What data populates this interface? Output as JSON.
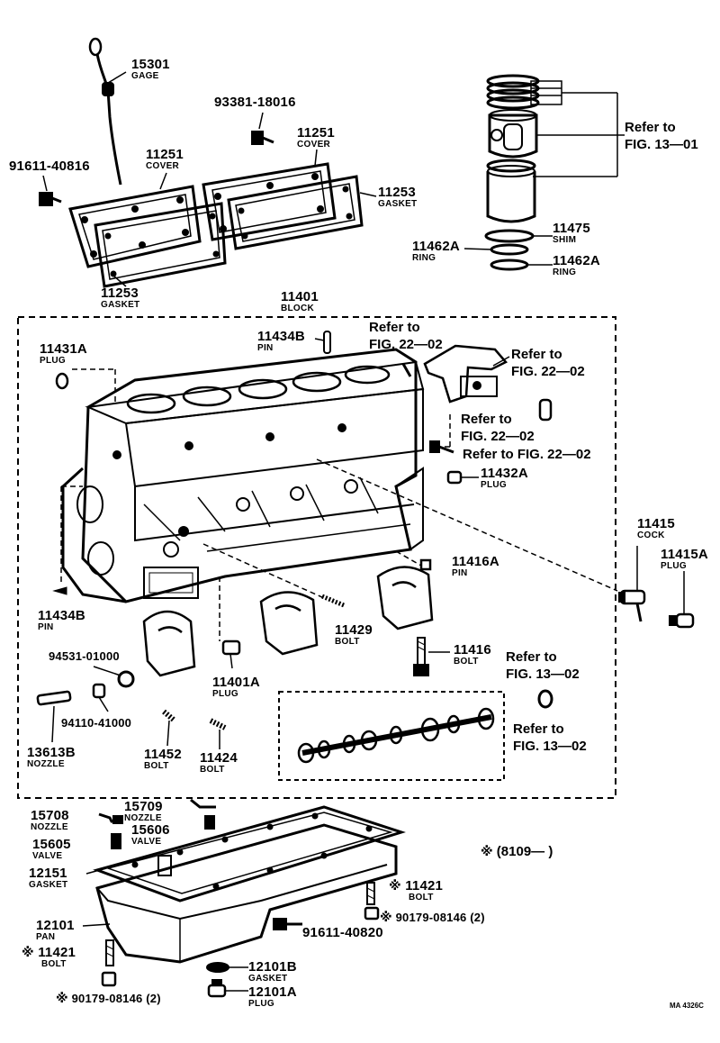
{
  "labels": {
    "l15301": {
      "num": "15301",
      "desc": "GAGE"
    },
    "l93381": {
      "num": "93381-18016"
    },
    "l11251a": {
      "num": "11251",
      "desc": "COVER"
    },
    "l11251b": {
      "num": "11251",
      "desc": "COVER"
    },
    "l91611a": {
      "num": "91611-40816"
    },
    "l11253a": {
      "num": "11253",
      "desc": "GASKET"
    },
    "l11253b": {
      "num": "11253",
      "desc": "GASKET"
    },
    "l11401": {
      "num": "11401",
      "desc": "BLOCK"
    },
    "l11475": {
      "num": "11475",
      "desc": "SHIM"
    },
    "l11462a": {
      "num": "11462A",
      "desc": "RING"
    },
    "l11462b": {
      "num": "11462A",
      "desc": "RING"
    },
    "l11434b1": {
      "num": "11434B",
      "desc": "PIN"
    },
    "l11431a": {
      "num": "11431A",
      "desc": "PLUG"
    },
    "l11432a": {
      "num": "11432A",
      "desc": "PLUG"
    },
    "l11415": {
      "num": "11415",
      "desc": "COCK"
    },
    "l11415a": {
      "num": "11415A",
      "desc": "PLUG"
    },
    "l11416a": {
      "num": "11416A",
      "desc": "PIN"
    },
    "l11434b2": {
      "num": "11434B",
      "desc": "PIN"
    },
    "l11429": {
      "num": "11429",
      "desc": "BOLT"
    },
    "l11416": {
      "num": "11416",
      "desc": "BOLT"
    },
    "l94531": {
      "num": "94531-01000"
    },
    "l11401a": {
      "num": "11401A",
      "desc": "PLUG"
    },
    "l94110": {
      "num": "94110-41000"
    },
    "l13613b": {
      "num": "13613B",
      "desc": "NOZZLE"
    },
    "l11452": {
      "num": "11452",
      "desc": "BOLT"
    },
    "l11424": {
      "num": "11424",
      "desc": "BOLT"
    },
    "l15708": {
      "num": "15708",
      "desc": "NOZZLE"
    },
    "l15709": {
      "num": "15709",
      "desc": "NOZZLE"
    },
    "l15606": {
      "num": "15606",
      "desc": "VALVE"
    },
    "l15605": {
      "num": "15605",
      "desc": "VALVE"
    },
    "l12151": {
      "num": "12151",
      "desc": "GASKET"
    },
    "l11421a": {
      "num": "11421",
      "desc": "BOLT"
    },
    "l90179a": {
      "num": "90179-08146 (2)"
    },
    "l91611b": {
      "num": "91611-40820"
    },
    "l12101": {
      "num": "12101",
      "desc": "PAN"
    },
    "l11421b": {
      "num": "11421",
      "desc": "BOLT"
    },
    "l12101b": {
      "num": "12101B",
      "desc": "GASKET"
    },
    "l12101a": {
      "num": "12101A",
      "desc": "PLUG"
    },
    "l90179b": {
      "num": "90179-08146 (2)"
    }
  },
  "refs": {
    "r1301": {
      "line1": "Refer to",
      "line2": "FIG. 13—01"
    },
    "r2202a": {
      "line1": "Refer to",
      "line2": "FIG. 22—02"
    },
    "r2202b": {
      "line1": "Refer to",
      "line2": "FIG. 22—02"
    },
    "r2202c": {
      "line1": "Refer to",
      "line2": "FIG. 22—02"
    },
    "r2202d": {
      "line1": "Refer to FIG. 22—02"
    },
    "r1302a": {
      "line1": "Refer to",
      "line2": "FIG. 13—02"
    },
    "r1302b": {
      "line1": "Refer to",
      "line2": "FIG. 13—02"
    }
  },
  "marks": {
    "asterisk": "※",
    "production_note": "(8109—     )",
    "figure_code": "MA 4326C"
  }
}
